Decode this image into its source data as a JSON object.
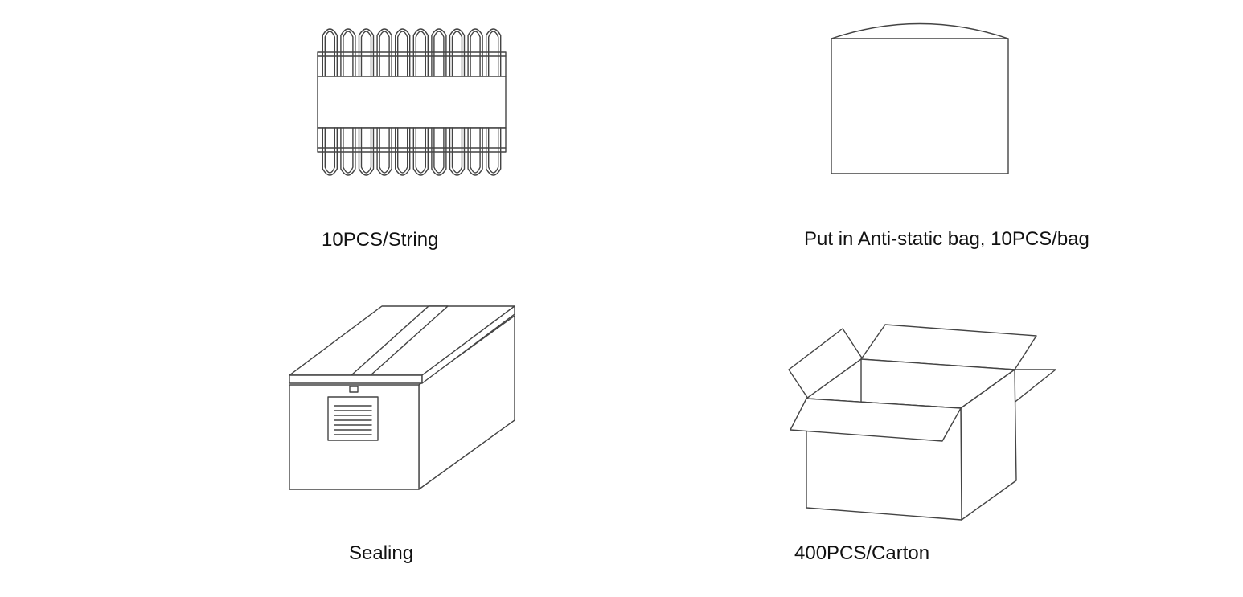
{
  "steps": [
    {
      "label": "10PCS/String",
      "icon": "led-module-string-icon"
    },
    {
      "label": "Put in Anti-static bag, 10PCS/bag",
      "icon": "anti-static-bag-icon"
    },
    {
      "label": "Sealing",
      "icon": "sealed-box-icon"
    },
    {
      "label": "400PCS/Carton",
      "icon": "open-carton-icon"
    }
  ],
  "colors": {
    "line": "#444444",
    "text": "#111111",
    "background": "#ffffff"
  }
}
